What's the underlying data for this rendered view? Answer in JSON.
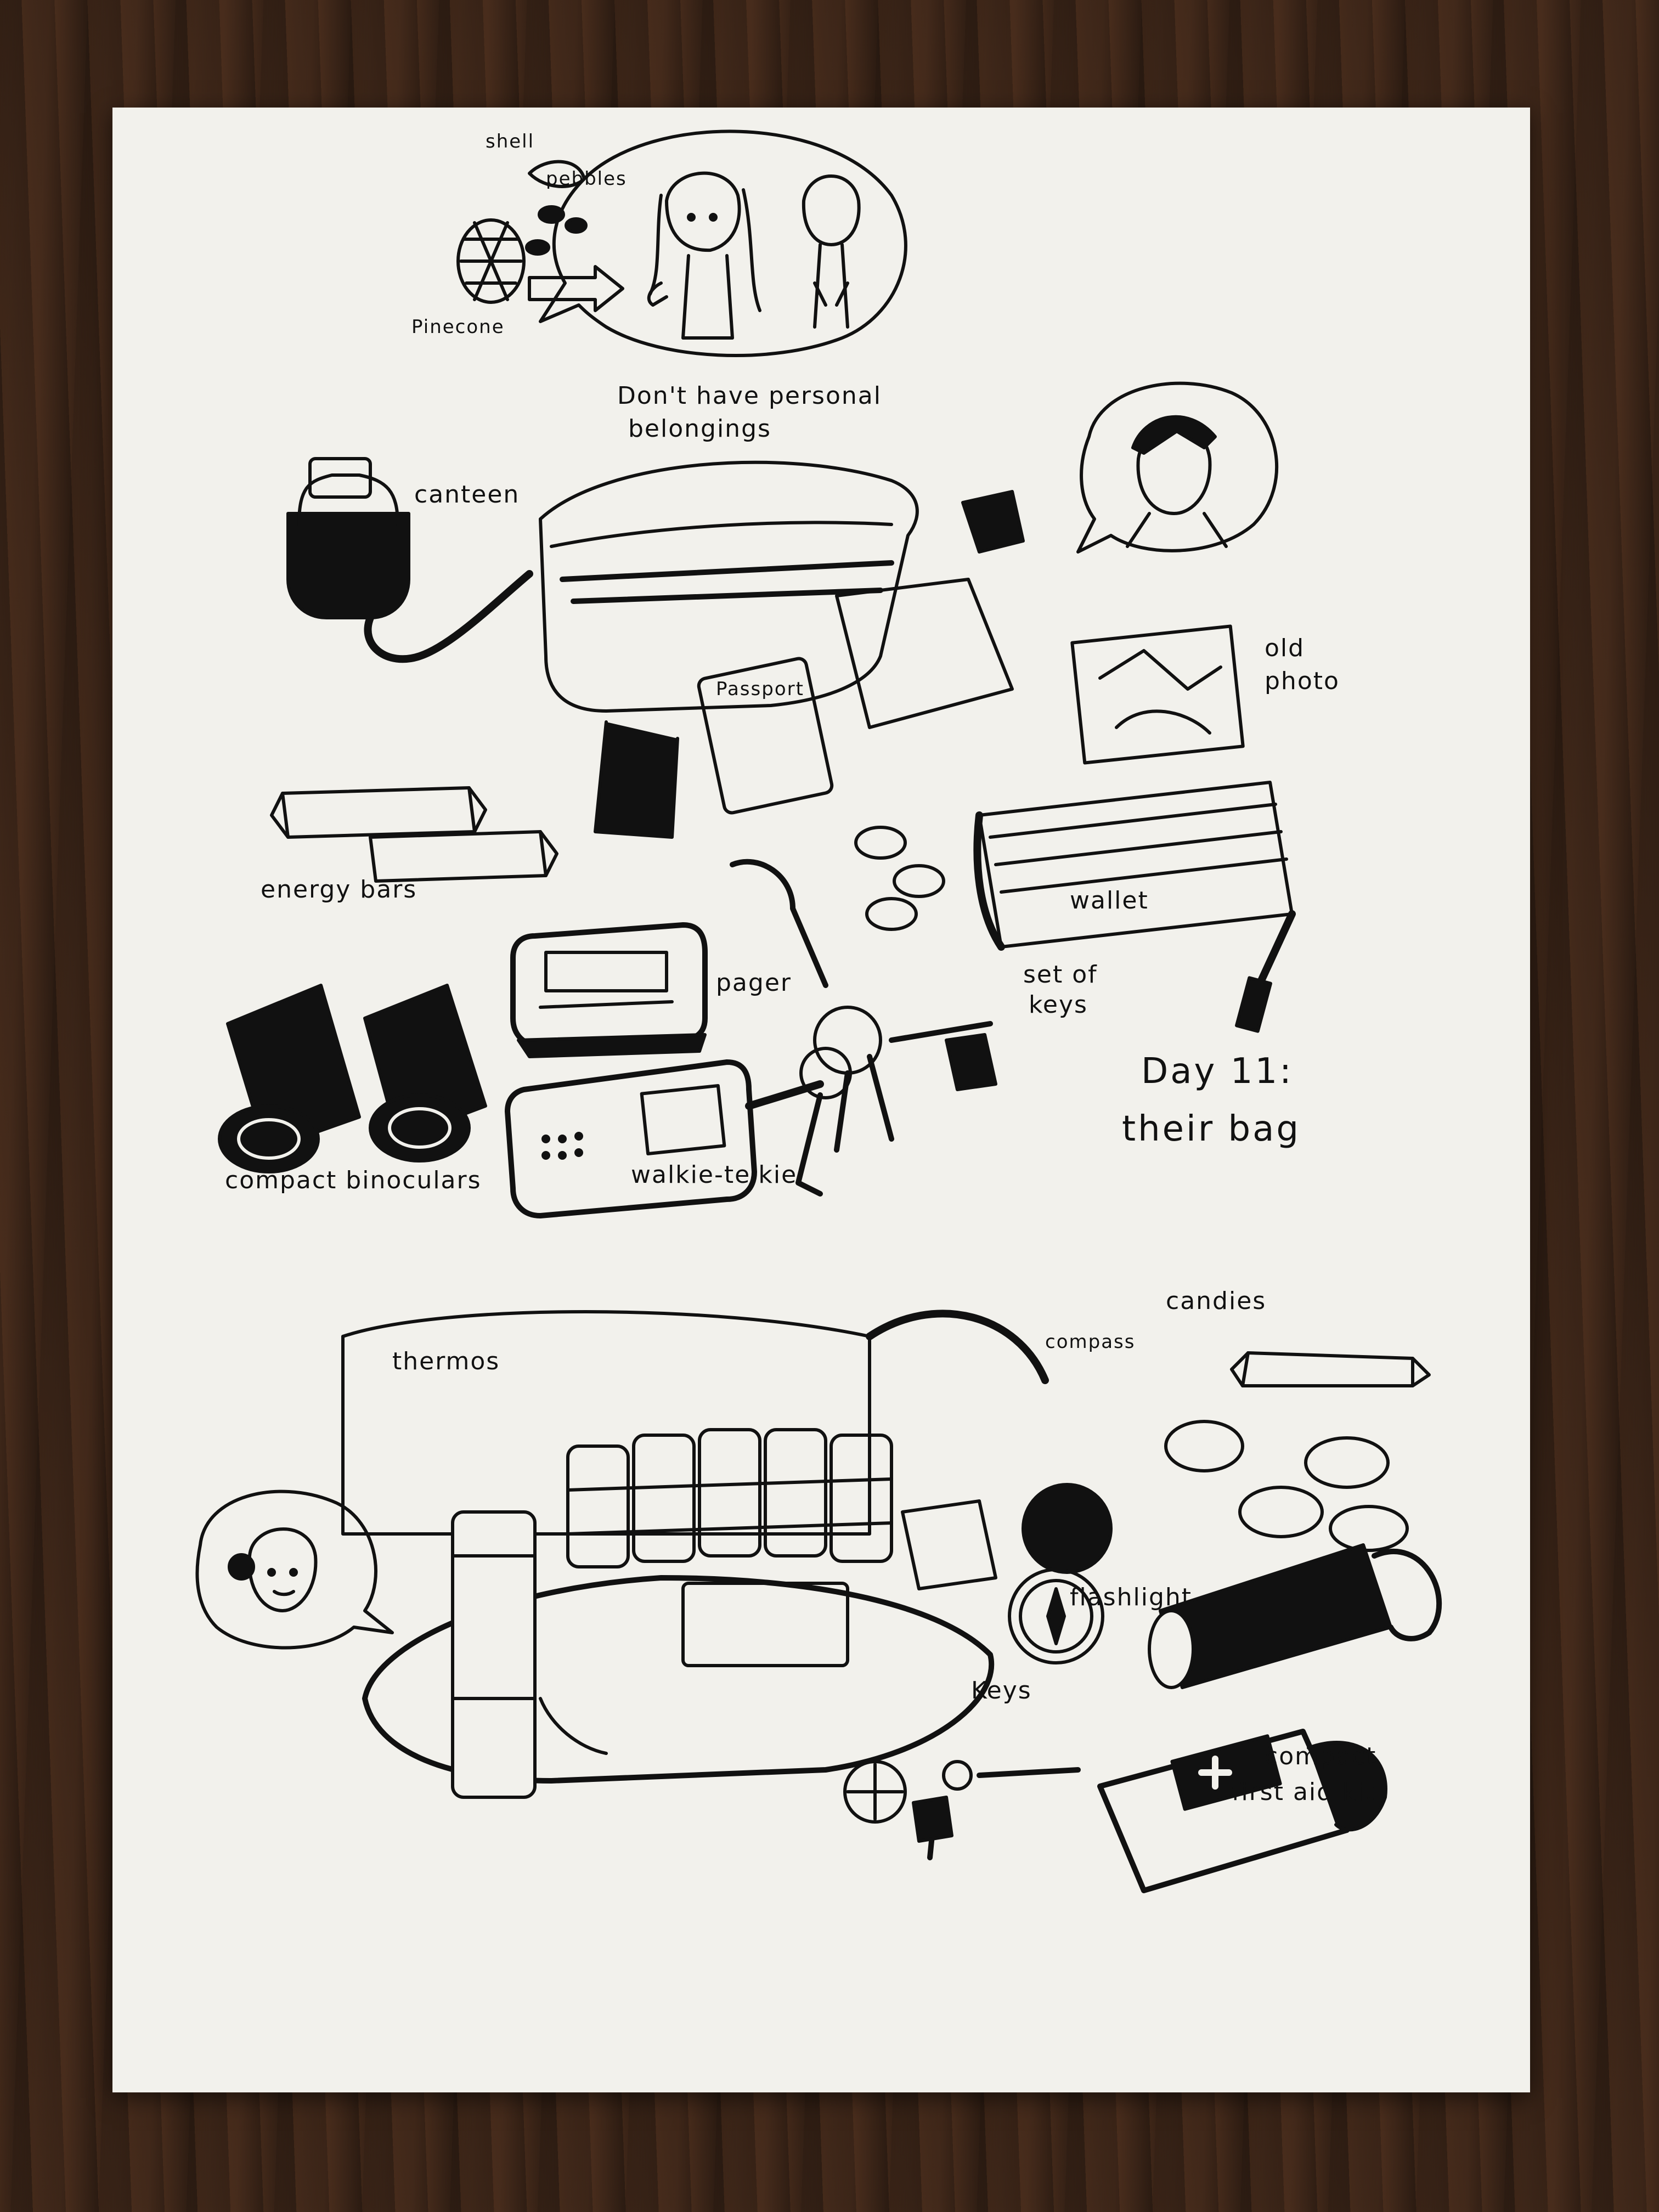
{
  "labels": {
    "shell": "shell",
    "pebbles": "pebbles",
    "pinecone": "Pinecone",
    "speech_line1": "Don't have personal",
    "speech_line2": "belongings",
    "canteen": "canteen",
    "passport": "Passport",
    "old_photo_line1": "old",
    "old_photo_line2": "photo",
    "energy_bars": "energy bars",
    "wallet": "wallet",
    "pager": "pager",
    "set_of_keys_line1": "set of",
    "set_of_keys_line2": "keys",
    "compact_binoculars": "compact binoculars",
    "walkie_telkie": "walkie-telkie",
    "title_line1": "Day 11:",
    "title_line2": "their bag",
    "thermos": "thermos",
    "compass": "compass",
    "candies": "candies",
    "flashlight": "flashlight",
    "keys": "Keys",
    "first_aid_line1": "compact",
    "first_aid_line2": "first aid kit"
  },
  "colors": {
    "ink": "#111111",
    "paper": "#f2f1ec",
    "table": "#3b2518"
  }
}
